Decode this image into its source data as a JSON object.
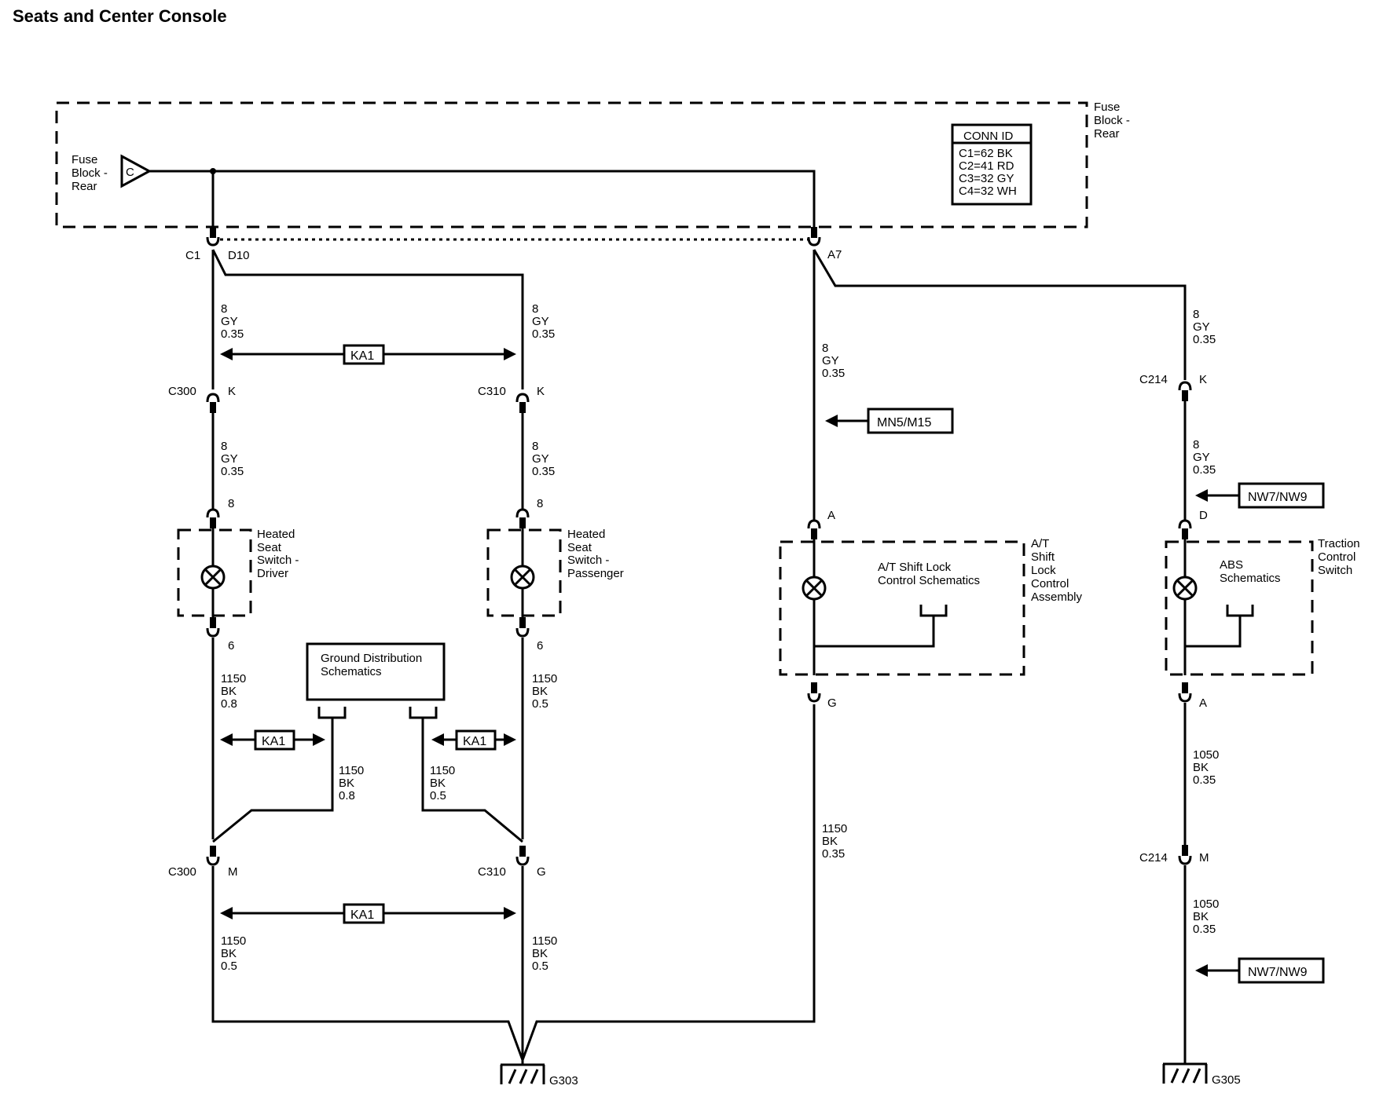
{
  "title": "Seats and Center Console",
  "fuse_block": {
    "label": [
      "Fuse",
      "Block -",
      "Rear"
    ],
    "pin": "C",
    "corner_label": [
      "Fuse",
      "Block -",
      "Rear"
    ]
  },
  "conn_id": {
    "header": "CONN ID",
    "rows": [
      "C1=62 BK",
      "C2=41 RD",
      "C3=32 GY",
      "C4=32 WH"
    ]
  },
  "connectors": {
    "c1": "C1",
    "d10": "D10",
    "a7": "A7",
    "c300": "C300",
    "c310": "C310",
    "c214": "C214",
    "k": "K",
    "m": "M",
    "g": "G",
    "a": "A",
    "d": "D",
    "pin8": "8",
    "pin6": "6"
  },
  "wires": {
    "gy": [
      "8",
      "GY",
      "0.35"
    ],
    "bk_1150_08": [
      "1150",
      "BK",
      "0.8"
    ],
    "bk_1150_05": [
      "1150",
      "BK",
      "0.5"
    ],
    "bk_1150_035": [
      "1150",
      "BK",
      "0.35"
    ],
    "bk_1050_035": [
      "1050",
      "BK",
      "0.35"
    ]
  },
  "refs": {
    "ka1": "KA1",
    "mn5": "MN5/M15",
    "nw7": "NW7/NW9"
  },
  "components": {
    "driver": [
      "Heated",
      "Seat",
      "Switch -",
      "Driver"
    ],
    "passenger": [
      "Heated",
      "Seat",
      "Switch -",
      "Passenger"
    ],
    "ground_dist": [
      "Ground Distribution",
      "Schematics"
    ],
    "shift_lock_inner": [
      "A/T Shift Lock",
      "Control Schematics"
    ],
    "shift_lock": [
      "A/T",
      "Shift",
      "Lock",
      "Control",
      "Assembly"
    ],
    "abs_inner": [
      "ABS",
      "Schematics"
    ],
    "traction": [
      "Traction",
      "Control",
      "Switch"
    ]
  },
  "grounds": {
    "g303": "G303",
    "g305": "G305"
  }
}
